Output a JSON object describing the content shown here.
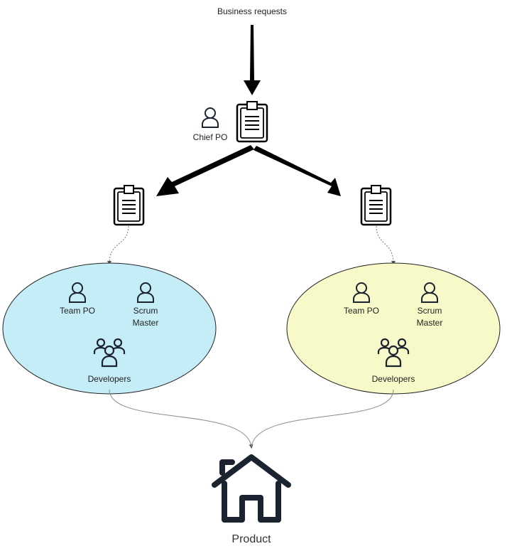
{
  "labels": {
    "business_requests": "Business requests",
    "chief_po": "Chief PO",
    "product": "Product"
  },
  "teams": [
    {
      "team_po": "Team PO",
      "scrum_master": "Scrum Master",
      "developers": "Developers",
      "fill": "#c5edf8"
    },
    {
      "team_po": "Team PO",
      "scrum_master": "Scrum Master",
      "developers": "Developers",
      "fill": "#f8f9c8"
    }
  ],
  "icons": {
    "person": "person-icon",
    "group": "developers-group-icon",
    "backlog": "clipboard-backlog-icon",
    "product": "house-icon"
  },
  "colors": {
    "stroke": "#1e1e1e",
    "icon_dark": "#1b2230",
    "connector": "#8a8a8a"
  }
}
